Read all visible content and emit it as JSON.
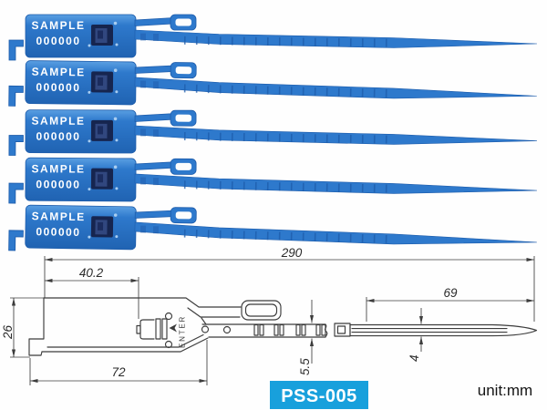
{
  "photo": {
    "seal_count": 5,
    "seal_text_line1": "SAMPLE",
    "seal_text_line2": "000000"
  },
  "drawing": {
    "dim_total_length": "290",
    "dim_head_offset": "40.2",
    "dim_tail_length": "69",
    "dim_head_height": "26",
    "dim_head_width": "72",
    "dim_strap_height": "5.5",
    "dim_tail_width": "4",
    "head_text": "ENTER"
  },
  "footer": {
    "model": "PSS-005",
    "unit": "unit:mm"
  },
  "colors": {
    "seal_blue": "#2e79cc",
    "seal_blue_dark": "#1d5cab",
    "seal_blue_deep": "#2063b2",
    "seal_blue_light": "#5a9fe2",
    "lock_navy": "#16254f",
    "badge_blue": "#18a0dc",
    "line": "#3c3c3c"
  }
}
